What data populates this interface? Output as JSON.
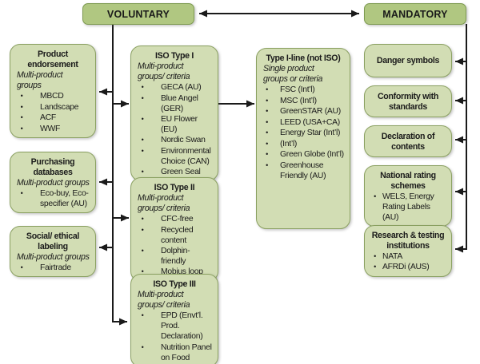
{
  "ui": {
    "bullet": "•"
  },
  "colors": {
    "header_fill": "#b0c781",
    "box_fill": "#d2ddb4",
    "box_border": "#8aa061",
    "header_border": "#7d9a50",
    "line": "#1a1a1a",
    "text": "#1a1a1a"
  },
  "top": {
    "voluntary": "VOLUNTARY",
    "mandatory": "MANDATORY"
  },
  "boxes": {
    "product": {
      "title": "Product\nendorsement",
      "subtitle": "Multi-product\ngroups",
      "items": [
        "MBCD",
        "Landscape",
        "ACF",
        "WWF"
      ]
    },
    "purchasing": {
      "title": "Purchasing\ndatabases",
      "subtitle": "Multi-product groups",
      "items": [
        "Eco-buy, Eco-specifier (AU)"
      ]
    },
    "social": {
      "title": "Social/ ethical\nlabeling",
      "subtitle": "Multi-product groups",
      "items": [
        "Fairtrade"
      ]
    },
    "iso1": {
      "title": "ISO Type I",
      "subtitle": "Multi-product\ngroups/ criteria",
      "items": [
        "GECA (AU)",
        "Blue Angel (GER)",
        "EU Flower (EU)",
        "Nordic Swan",
        "Environmental Choice (CAN)",
        "Green Seal"
      ]
    },
    "iso2": {
      "title": "ISO Type II",
      "subtitle": "Multi-product\ngroups/ criteria",
      "items": [
        "CFC-free",
        "Recycled content",
        "Dolphin-friendly",
        "Mobius loop"
      ]
    },
    "iso3": {
      "title": "ISO Type III",
      "subtitle": "Multi-product\ngroups/ criteria",
      "items": [
        "EPD (Envt’l. Prod. Declaration)",
        "Nutrition Panel on Food"
      ]
    },
    "type1line": {
      "title": "Type I-line (not ISO)",
      "subtitle": "Single product\ngroups or criteria",
      "items": [
        "FSC (Int’l)",
        "MSC (Int’l)",
        "GreenSTAR (AU)",
        "LEED (USA+CA)",
        "Energy Star (Int’l)",
        "(Int’l)",
        "Green Globe (Int’l)",
        "Greenhouse Friendly (AU)"
      ]
    },
    "danger": {
      "title": "Danger symbols"
    },
    "conformity": {
      "title": "Conformity with\nstandards"
    },
    "declaration": {
      "title": "Declaration of\ncontents"
    },
    "national": {
      "title": "National rating\nschemes",
      "items": [
        "WELS, Energy Rating Labels (AU)"
      ]
    },
    "research": {
      "title": "Research & testing\ninstitutions",
      "items": [
        "NATA",
        "AFRDi (AUS)"
      ]
    }
  }
}
